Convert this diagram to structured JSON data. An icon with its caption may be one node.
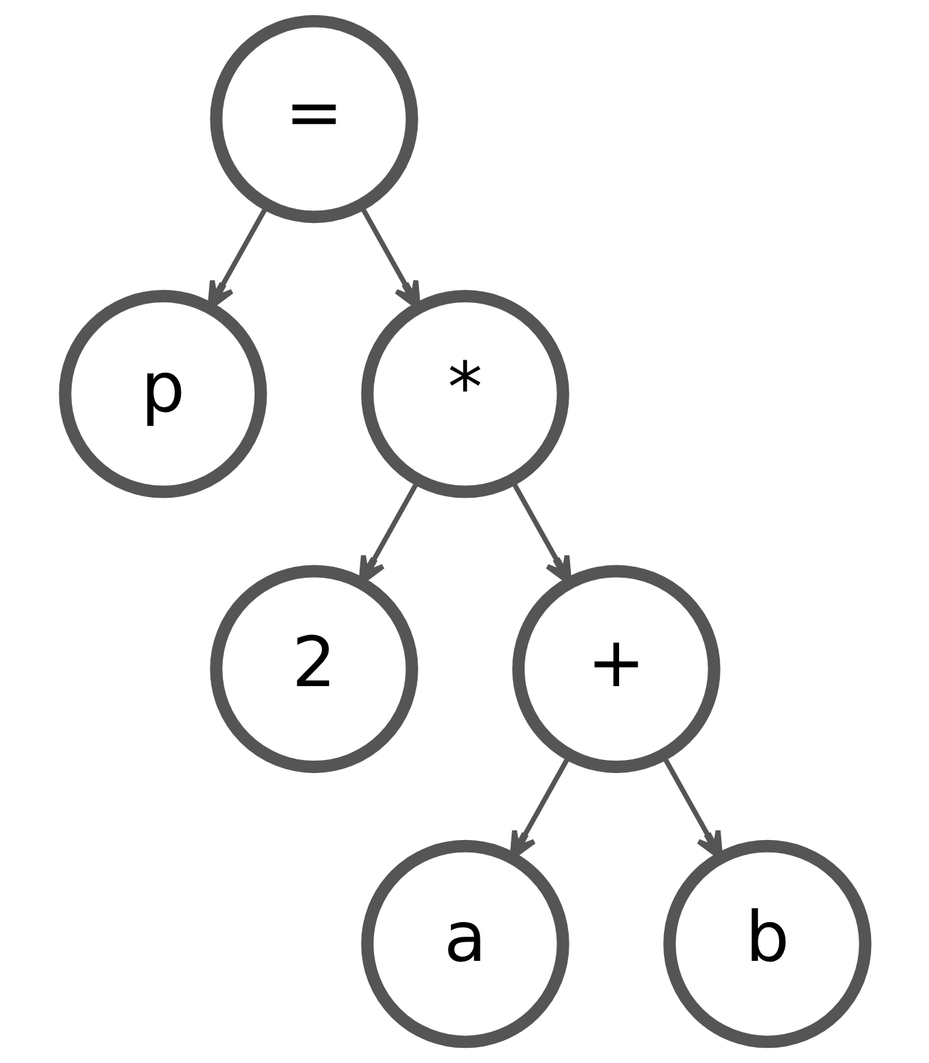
{
  "diagram": {
    "nodes": [
      {
        "text": [
          "="
        ]
      },
      {
        "text": [
          "p"
        ]
      },
      {
        "text": [
          "*"
        ]
      },
      {
        "text": [
          "2"
        ]
      },
      {
        "text": [
          "+"
        ]
      },
      {
        "text": [
          "a"
        ]
      },
      {
        "text": [
          "b"
        ]
      }
    ],
    "edges": [
      {
        "from": 0,
        "to": 1,
        "arrow": "to"
      },
      {
        "from": 0,
        "to": 2,
        "arrow": "to"
      },
      {
        "from": 2,
        "to": 3,
        "arrow": "to"
      },
      {
        "from": 2,
        "to": 4,
        "arrow": "to"
      },
      {
        "from": 4,
        "to": 5,
        "arrow": "to"
      },
      {
        "from": 4,
        "to": 6,
        "arrow": "to"
      }
    ]
  }
}
